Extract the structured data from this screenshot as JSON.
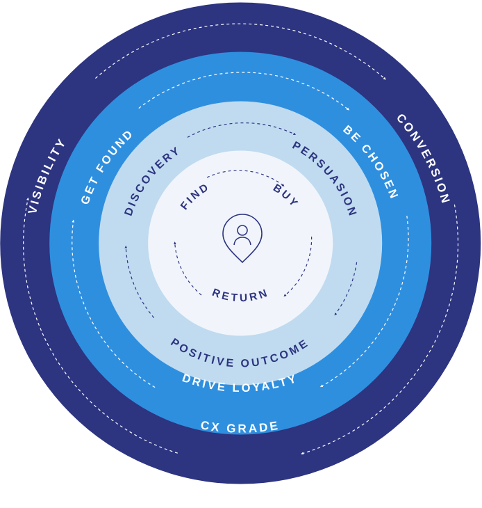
{
  "colors": {
    "outer_ring": "#2d3480",
    "second_ring": "#2f8fdf",
    "third_ring": "#c0dbf0",
    "core": "#f1f5fb",
    "navy_text": "#2d3480",
    "white_text": "#ffffff"
  },
  "icon": "location-pin-person-icon",
  "rings": {
    "outer": {
      "left": "VISIBILITY",
      "right": "CONVERSION",
      "bottom": "CX GRADE"
    },
    "second": {
      "left": "GET FOUND",
      "right": "BE CHOSEN",
      "bottom": "DRIVE LOYALTY"
    },
    "third": {
      "left": "DISCOVERY",
      "right": "PERSUASION",
      "bottom": "POSITIVE OUTCOME"
    },
    "core": {
      "left": "FIND",
      "right": "BUY",
      "bottom": "RETURN"
    }
  }
}
